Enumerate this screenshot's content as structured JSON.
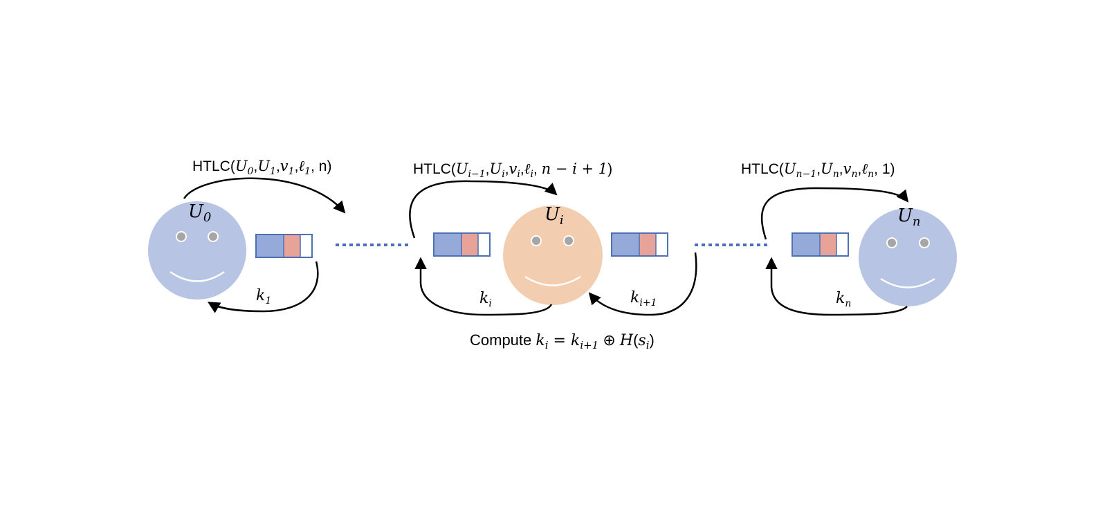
{
  "colors": {
    "node_blue": "#b7c4e4",
    "node_orange": "#f2cdb0",
    "eye": "#a6a6a6",
    "block_blue": "#95aad9",
    "block_red": "#e8a398",
    "block_border": "#4d6fb3",
    "dots": "#4c6cc0",
    "arrow": "#000000"
  },
  "nodes": [
    {
      "label": "U",
      "sub": "0",
      "color": "node_blue"
    },
    {
      "label": "U",
      "sub": "i",
      "color": "node_orange"
    },
    {
      "label": "U",
      "sub": "n",
      "color": "node_blue"
    }
  ],
  "htlc_labels": [
    {
      "prefix": "HTLC(",
      "parts": [
        [
          "U",
          "0"
        ],
        [
          "U",
          "1"
        ],
        [
          "v",
          "1"
        ],
        [
          "ℓ",
          "1"
        ]
      ],
      "last": "n",
      "suffix": ")"
    },
    {
      "prefix": "HTLC(",
      "parts": [
        [
          "U",
          "i−1"
        ],
        [
          "U",
          "i"
        ],
        [
          "v",
          "i"
        ],
        [
          "ℓ",
          "i"
        ]
      ],
      "last": "n − i + 1",
      "suffix": ")"
    },
    {
      "prefix": "HTLC(",
      "parts": [
        [
          "U",
          "n−1"
        ],
        [
          "U",
          "n"
        ],
        [
          "v",
          "n"
        ],
        [
          "ℓ",
          "n"
        ]
      ],
      "last": "1",
      "suffix": ")"
    }
  ],
  "key_labels": [
    {
      "label": "k",
      "sub": "1"
    },
    {
      "label": "k",
      "sub": "i"
    },
    {
      "label": "k",
      "sub": "i+1"
    },
    {
      "label": "k",
      "sub": "n"
    }
  ],
  "compute": {
    "prefix": "Compute ",
    "lhs": "k",
    "lhs_sub": "i",
    "eq": " = ",
    "rhs": "k",
    "rhs_sub": "i+1",
    "op": " ⊕ ",
    "fn": "H",
    "arg": "s",
    "arg_sub": "i"
  }
}
